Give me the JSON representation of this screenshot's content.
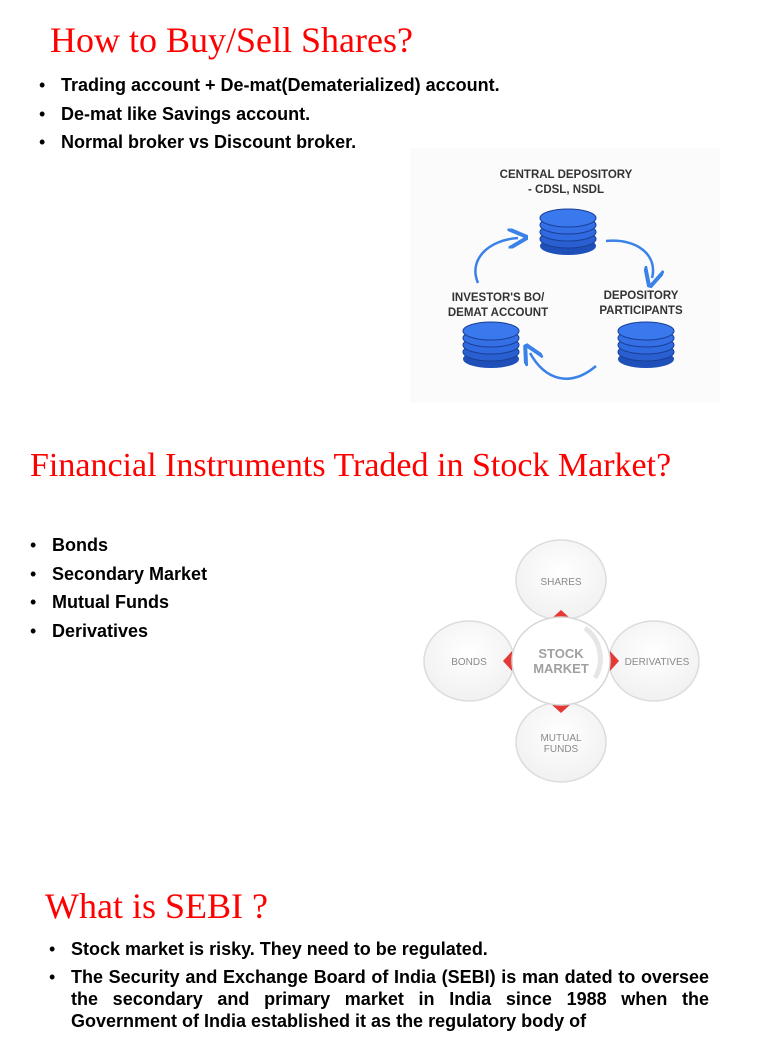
{
  "section1": {
    "title": "How to Buy/Sell Shares?",
    "bullets": [
      "Trading account + De-mat(Dematerialized) account.",
      "De-mat like Savings account.",
      "Normal broker vs Discount broker."
    ],
    "diagram": {
      "central_line1": "CENTRAL DEPOSITORY",
      "central_line2": "- CDSL, NSDL",
      "investor_line1": "INVESTOR'S BO/",
      "investor_line2": "DEMAT ACCOUNT",
      "depository_line1": "DEPOSITORY",
      "depository_line2": "PARTICIPANTS",
      "coin_color": "#2f6ae0",
      "arrow_color": "#3b82e8"
    }
  },
  "section2": {
    "title": "Financial Instruments Traded in Stock Market?",
    "bullets": [
      "Bonds",
      "Secondary Market",
      "Mutual Funds",
      "Derivatives"
    ],
    "diagram": {
      "center_line1": "STOCK",
      "center_line2": "MARKET",
      "top": "SHARES",
      "left": "BONDS",
      "right": "DERIVATIVES",
      "bottom_line1": "MUTUAL",
      "bottom_line2": "FUNDS",
      "pointer_color": "#e53935"
    }
  },
  "section3": {
    "title": "What is SEBI ?",
    "bullets": [
      "Stock market is risky. They need to be regulated.",
      "The Security and Exchange Board of India (SEBI) is man dated to oversee the secondary and primary market in India since 1988 when the Government of India established it as the regulatory body of"
    ]
  }
}
